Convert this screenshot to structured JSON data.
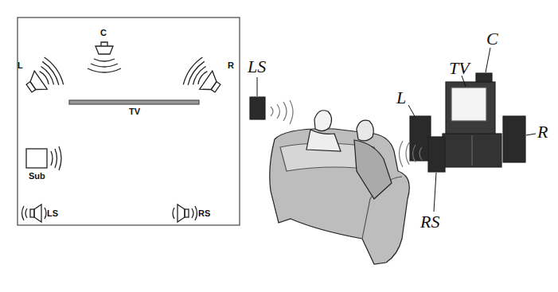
{
  "diagram": {
    "labels": [
      "L",
      "C",
      "R",
      "TV",
      "Sub",
      "LS",
      "RS",
      "LS",
      "TV",
      "C",
      "L",
      "RS",
      "R"
    ]
  }
}
